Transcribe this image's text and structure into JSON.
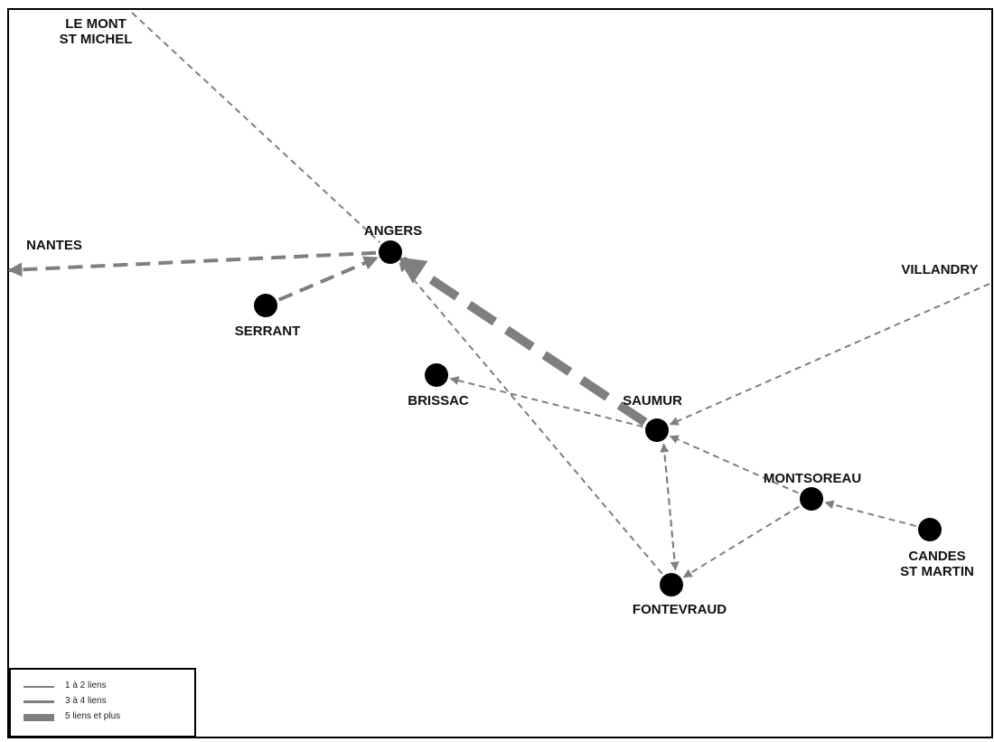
{
  "map": {
    "places": [
      {
        "id": "angers",
        "label_lines": [
          "ANGERS"
        ],
        "has_marker": true
      },
      {
        "id": "serrant",
        "label_lines": [
          "SERRANT"
        ],
        "has_marker": true
      },
      {
        "id": "brissac",
        "label_lines": [
          "BRISSAC"
        ],
        "has_marker": true
      },
      {
        "id": "saumur",
        "label_lines": [
          "SAUMUR"
        ],
        "has_marker": true
      },
      {
        "id": "montsoreau",
        "label_lines": [
          "MONTSOREAU"
        ],
        "has_marker": true
      },
      {
        "id": "candes",
        "label_lines": [
          "CANDES",
          "ST MARTIN"
        ],
        "has_marker": true
      },
      {
        "id": "fontevraud",
        "label_lines": [
          "FONTEVRAUD"
        ],
        "has_marker": true
      },
      {
        "id": "nantes",
        "label_lines": [
          "NANTES"
        ],
        "has_marker": false
      },
      {
        "id": "mont-st-michel",
        "label_lines": [
          "LE MONT",
          "ST MICHEL"
        ],
        "has_marker": false
      },
      {
        "id": "villandry",
        "label_lines": [
          "VILLANDRY"
        ],
        "has_marker": false
      }
    ],
    "links": [
      {
        "from": "mont-st-michel",
        "to": "angers",
        "category": "1-2",
        "arrow": false
      },
      {
        "from": "angers",
        "to": "nantes",
        "category": "3-4",
        "arrow": true
      },
      {
        "from": "serrant",
        "to": "angers",
        "category": "3-4",
        "arrow": true
      },
      {
        "from": "saumur",
        "to": "angers",
        "category": "5+",
        "arrow": true
      },
      {
        "from": "fontevraud",
        "to": "angers",
        "category": "1-2",
        "arrow": true
      },
      {
        "from": "saumur",
        "to": "brissac",
        "category": "1-2",
        "arrow": true
      },
      {
        "from": "villandry",
        "to": "saumur",
        "category": "1-2",
        "arrow": true
      },
      {
        "from": "montsoreau",
        "to": "saumur",
        "category": "1-2",
        "arrow": true
      },
      {
        "from": "candes",
        "to": "montsoreau",
        "category": "1-2",
        "arrow": true
      },
      {
        "from": "montsoreau",
        "to": "fontevraud",
        "category": "1-2",
        "arrow": true
      },
      {
        "from": "saumur",
        "to": "fontevraud",
        "category": "1-2",
        "arrow": true
      },
      {
        "from": "fontevraud",
        "to": "saumur",
        "category": "1-2",
        "arrow": true
      }
    ],
    "link_color": "#7f7f7f",
    "marker_color": "#000000"
  },
  "legend": {
    "items": [
      {
        "category": "1-2",
        "label": "1 à 2 liens"
      },
      {
        "category": "3-4",
        "label": "3 à 4 liens"
      },
      {
        "category": "5+",
        "label": "5 liens et plus"
      }
    ]
  }
}
